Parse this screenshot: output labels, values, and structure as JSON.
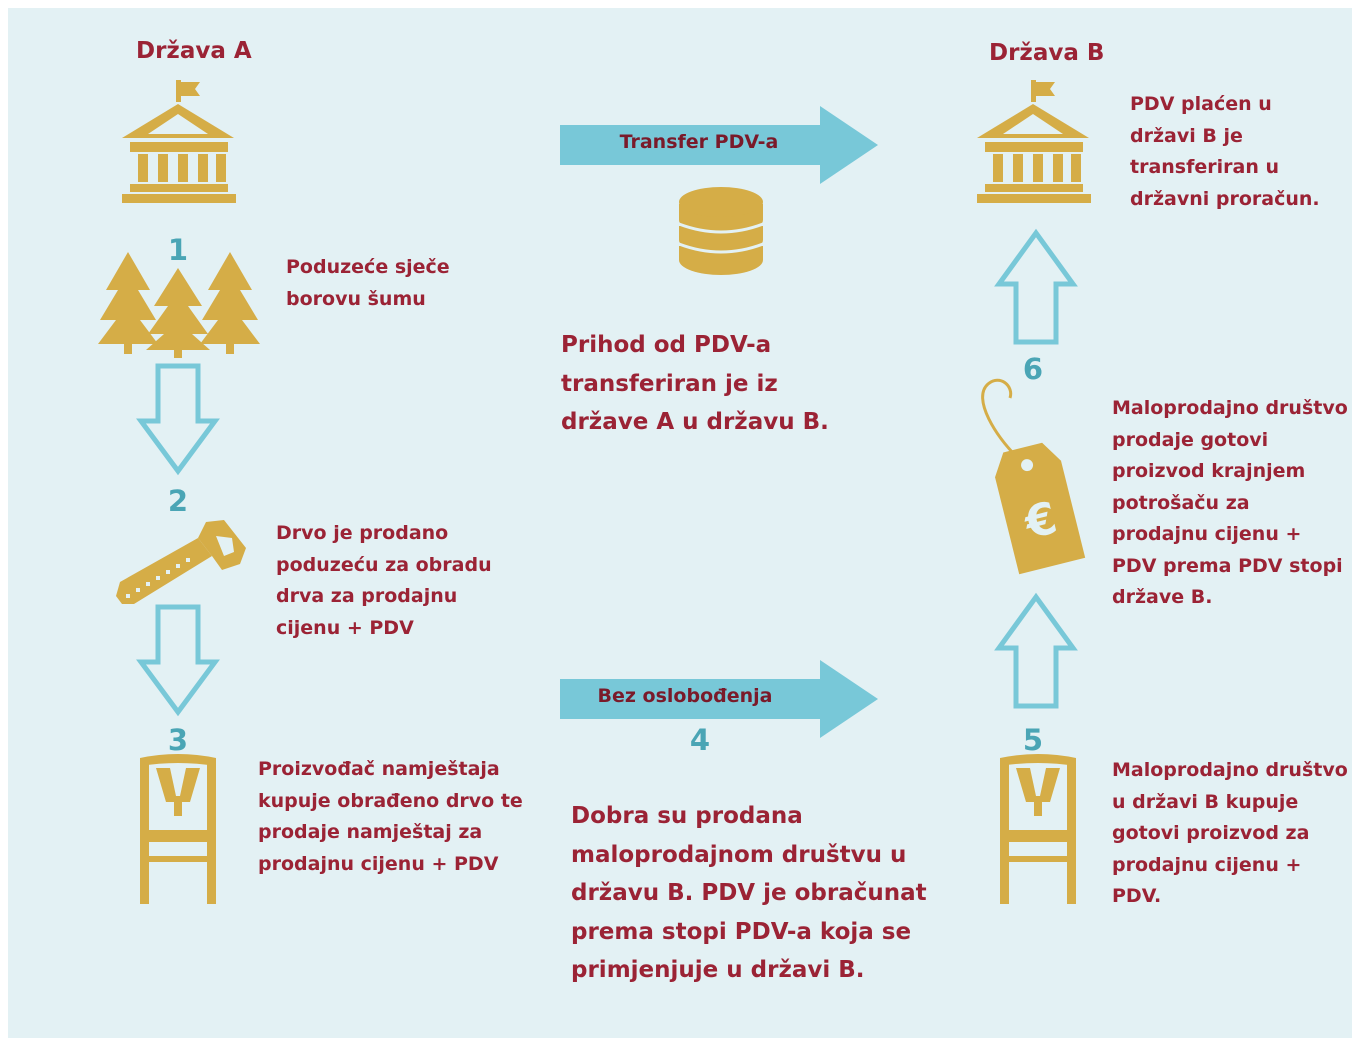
{
  "colors": {
    "background": "#e3f1f4",
    "text": "#9b2335",
    "icon": "#d5ad47",
    "arrow": "#78c8d8",
    "number": "#4aa5b5"
  },
  "country_a": {
    "title": "Država A"
  },
  "country_b": {
    "title": "Država B"
  },
  "center": {
    "transfer_label": "Transfer PDV-a",
    "transfer_text": "Prihod od PDV-a transferiran je iz države A u državu B.",
    "exempt_label": "Bez oslobođenja",
    "step4_number": "4",
    "step4_text": "Dobra su prodana maloprodajnom društvu u državu B. PDV je obračunat prema stopi PDV-a koja se primjenjuje u državi B."
  },
  "steps": {
    "s1": {
      "number": "1",
      "text": "Poduzeće sječe borovu šumu"
    },
    "s2": {
      "number": "2",
      "text": "Drvo je prodano poduzeću za obradu drva za prodajnu cijenu + PDV"
    },
    "s3": {
      "number": "3",
      "text": "Proizvođač namještaja kupuje obrađeno drvo te prodaje namještaj za prodajnu cijenu + PDV"
    },
    "s5": {
      "number": "5",
      "text": "Maloprodajno društvo u državi B kupuje gotovi proizvod za prodajnu cijenu + PDV."
    },
    "s6": {
      "number": "6",
      "text": "Maloprodajno društvo prodaje gotovi proizvod krajnjem potrošaču za prodajnu cijenu + PDV prema PDV stopi države B."
    }
  },
  "budget_text": "PDV plaćen u državi B je transferiran u državni proračun.",
  "icons": {
    "building": "government-building-icon",
    "trees": "pine-trees-icon",
    "saw": "hand-saw-icon",
    "chair": "chair-icon",
    "coins": "coin-stack-icon",
    "tag": "euro-price-tag-icon",
    "tag_symbol": "€"
  }
}
